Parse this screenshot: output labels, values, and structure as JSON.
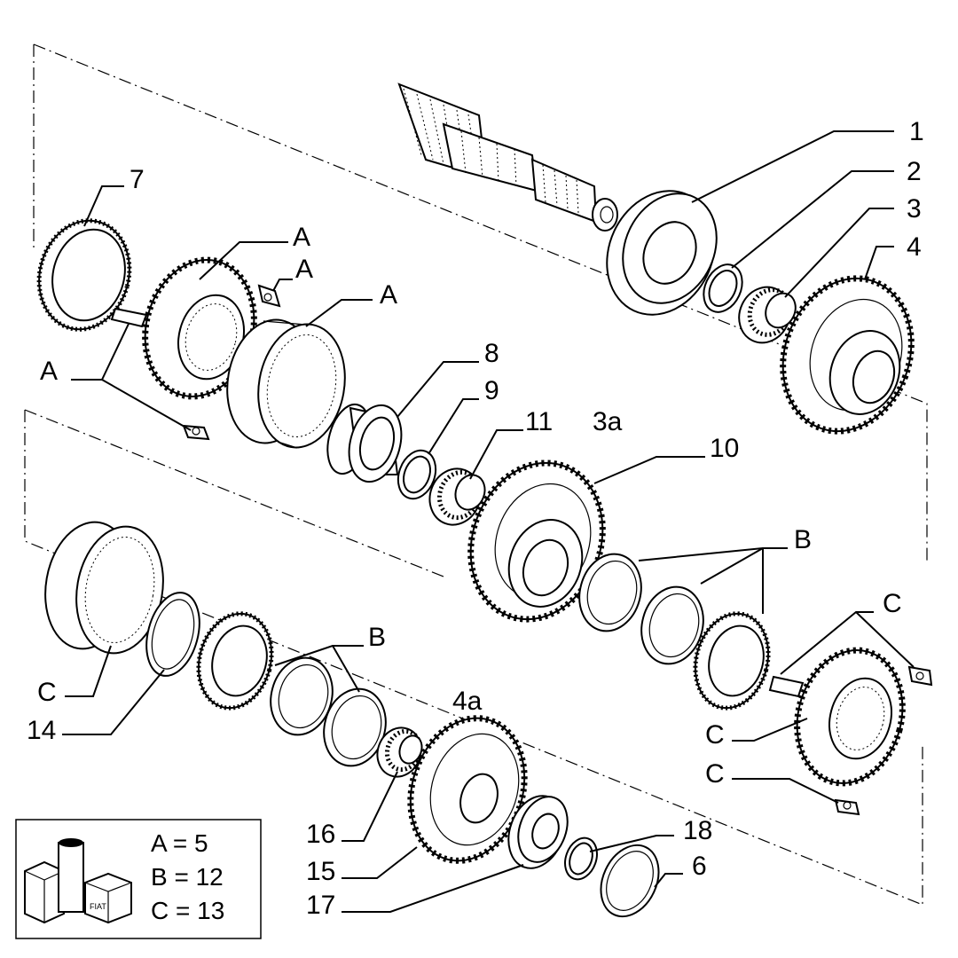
{
  "labels": {
    "l1": "1",
    "l2": "2",
    "l3": "3",
    "l4": "4",
    "l6": "6",
    "l7": "7",
    "l8": "8",
    "l9": "9",
    "l10": "10",
    "l11": "11",
    "l14": "14",
    "l15": "15",
    "l16": "16",
    "l17": "17",
    "l18": "18",
    "l3a": "3a",
    "l4a": "4a",
    "a1": "A",
    "a2": "A",
    "a3": "A",
    "a4": "A",
    "b1": "B",
    "b2": "B",
    "c1": "C",
    "c2": "C",
    "c3": "C",
    "c4": "C"
  },
  "legend": {
    "row_a": "A = 5",
    "row_b": "B = 12",
    "row_c": "C = 13",
    "logo_text": "FIAT"
  }
}
